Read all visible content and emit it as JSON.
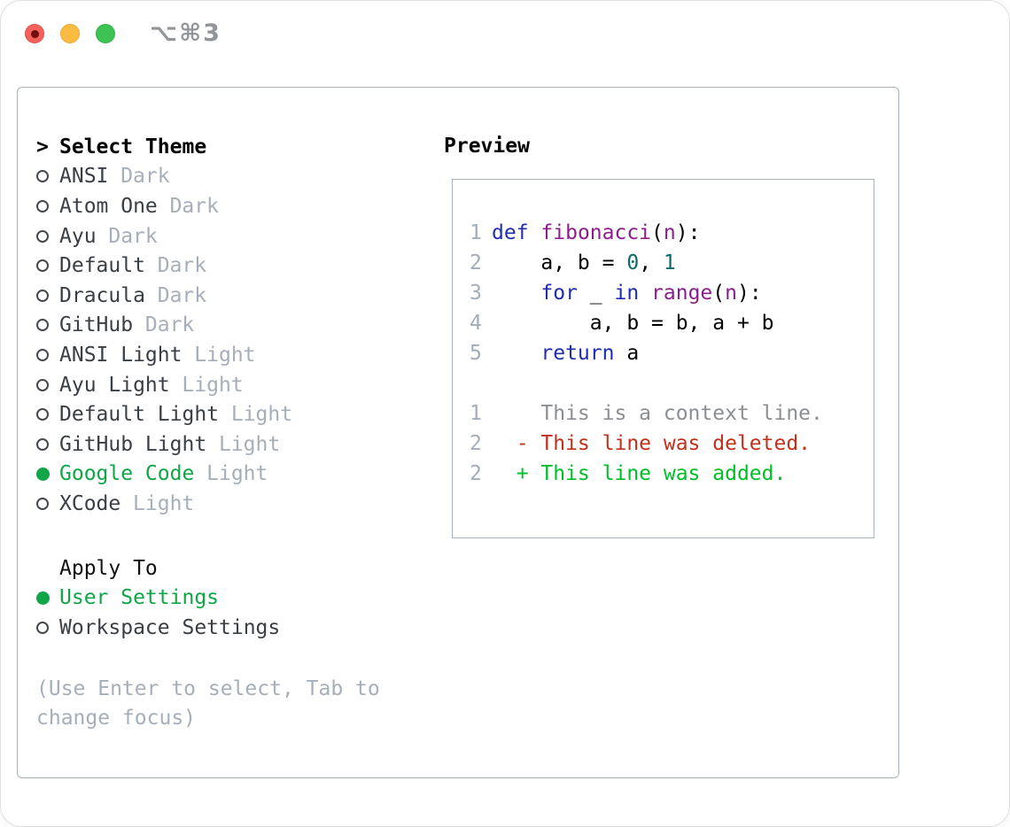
{
  "window": {
    "title": "⌥⌘3"
  },
  "colors": {
    "traffic_red": "#f4605c",
    "traffic_yellow": "#f9bc40",
    "traffic_green": "#3dc253",
    "close_dot": "#6b100a",
    "title_gray": "#919499",
    "panel_border": "#a9b1ba",
    "heading_black": "#000000",
    "item_text": "#3a3e45",
    "muted_text": "#a6afb9",
    "selected_green": "#10a546",
    "code_keyword": "#1f2db0",
    "code_function": "#8c1e8c",
    "code_number": "#0b6969",
    "code_plain": "#000000",
    "line_number": "#a2adb8",
    "diff_context": "#8b8e92",
    "diff_deleted": "#c2301a",
    "diff_added": "#00be28"
  },
  "theme_panel": {
    "header": {
      "prefix": ">",
      "label": "Select Theme"
    },
    "themes": [
      {
        "name": "ANSI",
        "variant": "Dark",
        "selected": false
      },
      {
        "name": "Atom One",
        "variant": "Dark",
        "selected": false
      },
      {
        "name": "Ayu",
        "variant": "Dark",
        "selected": false
      },
      {
        "name": "Default",
        "variant": "Dark",
        "selected": false
      },
      {
        "name": "Dracula",
        "variant": "Dark",
        "selected": false
      },
      {
        "name": "GitHub",
        "variant": "Dark",
        "selected": false
      },
      {
        "name": "ANSI Light",
        "variant": "Light",
        "selected": false
      },
      {
        "name": "Ayu Light",
        "variant": "Light",
        "selected": false
      },
      {
        "name": "Default Light",
        "variant": "Light",
        "selected": false
      },
      {
        "name": "GitHub Light",
        "variant": "Light",
        "selected": false
      },
      {
        "name": "Google Code",
        "variant": "Light",
        "selected": true
      },
      {
        "name": "XCode",
        "variant": "Light",
        "selected": false
      }
    ],
    "apply_to": {
      "label": "Apply To",
      "options": [
        {
          "name": "User Settings",
          "selected": true
        },
        {
          "name": "Workspace Settings",
          "selected": false
        }
      ]
    },
    "help_lines": [
      "(Use Enter to select, Tab to",
      "change focus)"
    ]
  },
  "preview": {
    "title": "Preview",
    "code_lines": [
      {
        "num": "1",
        "segments": [
          {
            "t": "def",
            "c": "kw"
          },
          {
            "t": " ",
            "c": "pl"
          },
          {
            "t": "fibonacci",
            "c": "fn"
          },
          {
            "t": "(",
            "c": "pl"
          },
          {
            "t": "n",
            "c": "fn"
          },
          {
            "t": "):",
            "c": "pl"
          }
        ]
      },
      {
        "num": "2",
        "segments": [
          {
            "t": "    a, b = ",
            "c": "pl"
          },
          {
            "t": "0",
            "c": "num"
          },
          {
            "t": ", ",
            "c": "pl"
          },
          {
            "t": "1",
            "c": "num"
          }
        ]
      },
      {
        "num": "3",
        "segments": [
          {
            "t": "    ",
            "c": "pl"
          },
          {
            "t": "for",
            "c": "kw"
          },
          {
            "t": " _ ",
            "c": "pl"
          },
          {
            "t": "in",
            "c": "kw"
          },
          {
            "t": " ",
            "c": "pl"
          },
          {
            "t": "range",
            "c": "fn"
          },
          {
            "t": "(",
            "c": "pl"
          },
          {
            "t": "n",
            "c": "fn"
          },
          {
            "t": "):",
            "c": "pl"
          }
        ]
      },
      {
        "num": "4",
        "segments": [
          {
            "t": "        a, b = b, a + b",
            "c": "pl"
          }
        ]
      },
      {
        "num": "5",
        "segments": [
          {
            "t": "    ",
            "c": "pl"
          },
          {
            "t": "return",
            "c": "kw"
          },
          {
            "t": " a",
            "c": "pl"
          }
        ]
      }
    ],
    "diff_lines": [
      {
        "num": "1",
        "marker": " ",
        "text": "This is a context line.",
        "kind": "context"
      },
      {
        "num": "2",
        "marker": "-",
        "text": "This line was deleted.",
        "kind": "deleted"
      },
      {
        "num": "2",
        "marker": "+",
        "text": "This line was added.",
        "kind": "added"
      }
    ]
  }
}
